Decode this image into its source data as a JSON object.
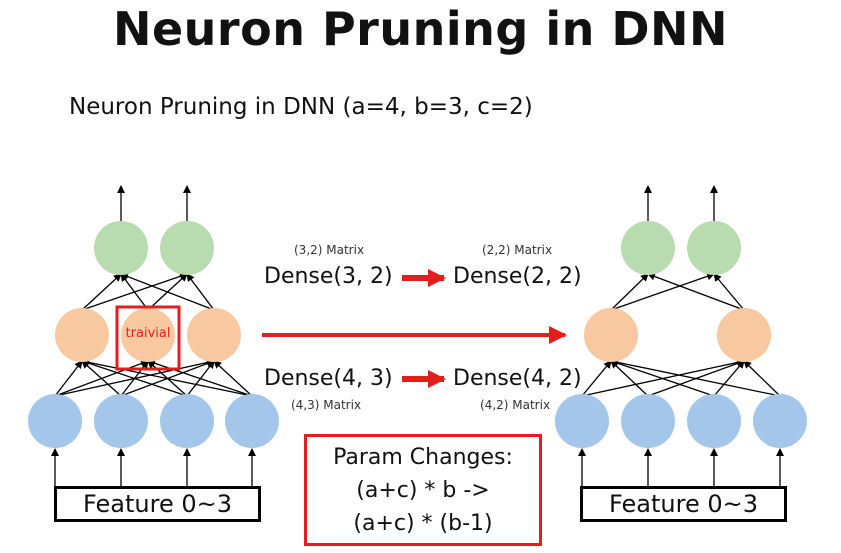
{
  "header": {
    "title": "Neuron Pruning in DNN",
    "subtitle": "Neuron Pruning in DNN (a=4, b=3, c=2)"
  },
  "left_network": {
    "feature_label": "Feature 0~3",
    "trivial_label": "traivial",
    "layers": {
      "input": 4,
      "hidden": 3,
      "output": 2
    }
  },
  "right_network": {
    "feature_label": "Feature 0~3",
    "layers": {
      "input": 4,
      "hidden": 2,
      "output": 2
    }
  },
  "transforms": {
    "top": {
      "before_matrix": "(3,2) Matrix",
      "before": "Dense(3, 2)",
      "after_matrix": "(2,2) Matrix",
      "after": "Dense(2, 2)"
    },
    "bottom": {
      "before": "Dense(4, 3)",
      "before_matrix": "(4,3) Matrix",
      "after": "Dense(4, 2)",
      "after_matrix": "(4,2) Matrix"
    }
  },
  "param_changes": {
    "title": "Param Changes:",
    "line1": "(a+c) * b ->",
    "line2": "(a+c) * (b-1)"
  },
  "colors": {
    "input_node": "#a3c6ea",
    "hidden_node": "#f8c9a0",
    "output_node": "#b8dcb0",
    "highlight": "#e41e1e"
  }
}
